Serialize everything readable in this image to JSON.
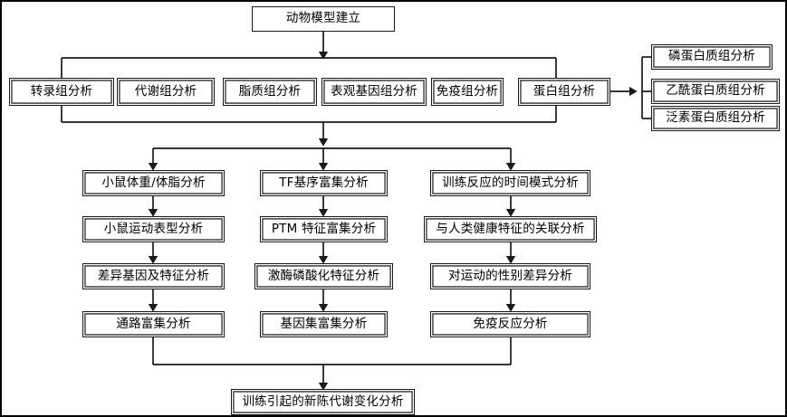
{
  "diagram": {
    "title_box": {
      "label": "动物模型建立"
    },
    "omics_row": [
      {
        "label": "转录组分析"
      },
      {
        "label": "代谢组分析"
      },
      {
        "label": "脂质组分析"
      },
      {
        "label": "表观基因组分析"
      },
      {
        "label": "免疫组分析"
      },
      {
        "label": "蛋白组分析"
      }
    ],
    "proteomics_branch": [
      {
        "label": "磷蛋白质组分析"
      },
      {
        "label": "乙酰蛋白质组分析"
      },
      {
        "label": "泛素蛋白质组分析"
      }
    ],
    "columns": [
      {
        "name": "phenotype-column",
        "steps": [
          {
            "label": "小鼠体重/体脂分析"
          },
          {
            "label": "小鼠运动表型分析"
          },
          {
            "label": "差异基因及特征分析"
          },
          {
            "label": "通路富集分析"
          }
        ]
      },
      {
        "name": "enrichment-column",
        "steps": [
          {
            "label": "TF基序富集分析"
          },
          {
            "label": "PTM 特征富集分析"
          },
          {
            "label": "激酶磷酸化特征分析"
          },
          {
            "label": "基因集富集分析"
          }
        ]
      },
      {
        "name": "response-column",
        "steps": [
          {
            "label": "训练反应的时间模式分析"
          },
          {
            "label": "与人类健康特征的关联分析"
          },
          {
            "label": "对运动的性别差异分析"
          },
          {
            "label": "免疫反应分析"
          }
        ]
      }
    ],
    "final_box": {
      "label": "训练引起的新陈代谢变化分析"
    },
    "colors": {
      "line": "#1a1a1a",
      "box_border": "#1a1a1a",
      "background": "#ffffff",
      "text": "#000000"
    }
  }
}
